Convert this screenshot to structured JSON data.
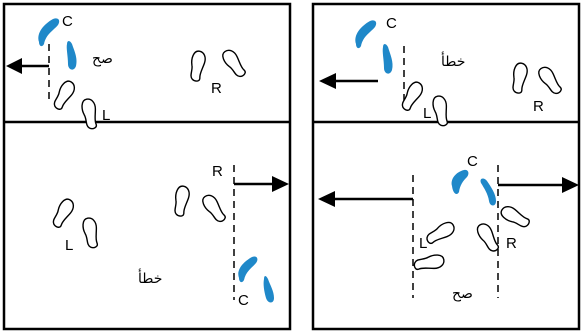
{
  "colors": {
    "frame": "#000000",
    "highlight_foot": "#1f88c9",
    "background": "#ffffff"
  },
  "icons": [
    "footprint-icon",
    "arrow-left-icon",
    "arrow-right-icon"
  ],
  "labels": {
    "center": "C",
    "left": "L",
    "right": "R",
    "correct": "صح",
    "wrong": "خطأ"
  },
  "panels": [
    {
      "position": "top-left",
      "verdict": "صح",
      "arrows": [
        "left"
      ],
      "highlighted_foot": "C"
    },
    {
      "position": "top-right",
      "verdict": "خطأ",
      "arrows": [
        "left"
      ],
      "highlighted_foot": "C"
    },
    {
      "position": "bottom-left",
      "verdict": "خطأ",
      "arrows": [
        "right"
      ],
      "highlighted_foot": "C"
    },
    {
      "position": "bottom-right",
      "verdict": "صح",
      "arrows": [
        "left",
        "right"
      ],
      "highlighted_foot": "C"
    }
  ]
}
